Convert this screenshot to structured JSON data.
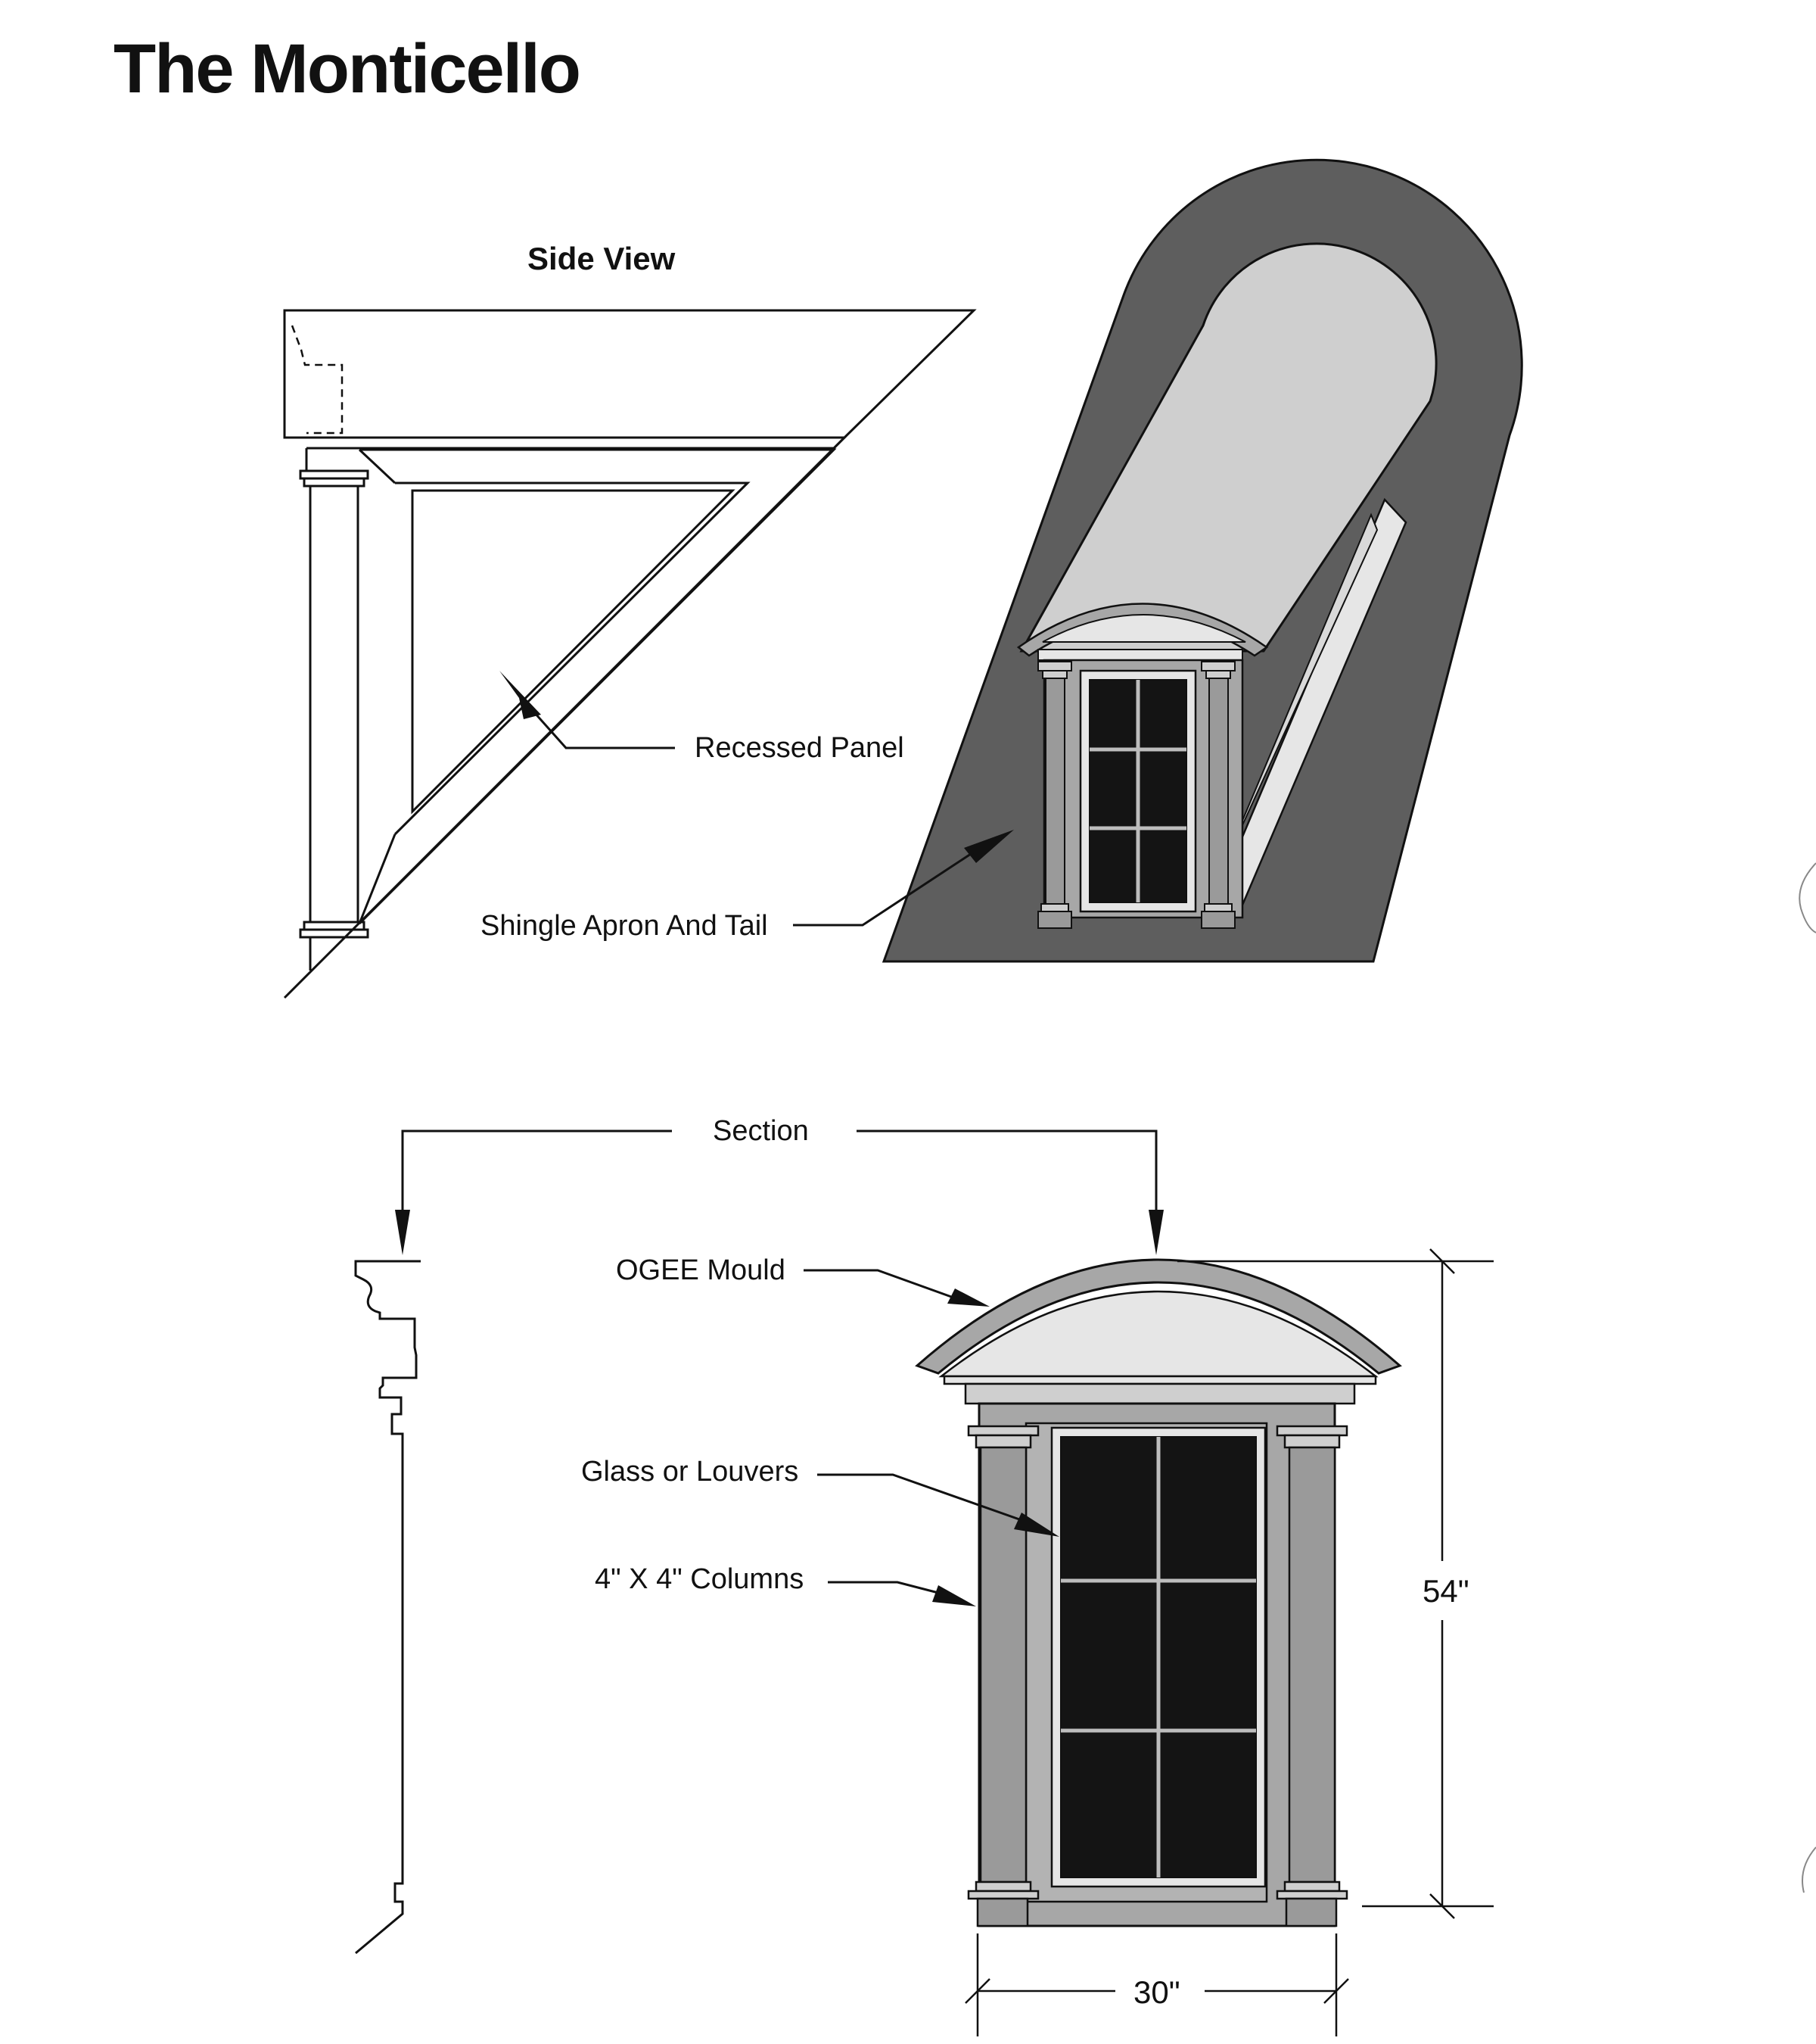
{
  "title": "The Monticello",
  "side_view": {
    "heading": "Side View",
    "recessed_panel": "Recessed Panel"
  },
  "dormer": {
    "shingle_apron": "Shingle Apron And Tail"
  },
  "elevation": {
    "section": "Section",
    "ogee_mould": "OGEE Mould",
    "glass": "Glass or Louvers",
    "columns": "4\" X 4\" Columns",
    "height": "54\"",
    "width": "30\""
  },
  "colors": {
    "roof_dark": "#5e5e5e",
    "barrel": "#cfcfcf",
    "trim": "#a7a7a7",
    "trim_light": "#e6e6e6",
    "glass": "#141414",
    "line": "#111111"
  }
}
